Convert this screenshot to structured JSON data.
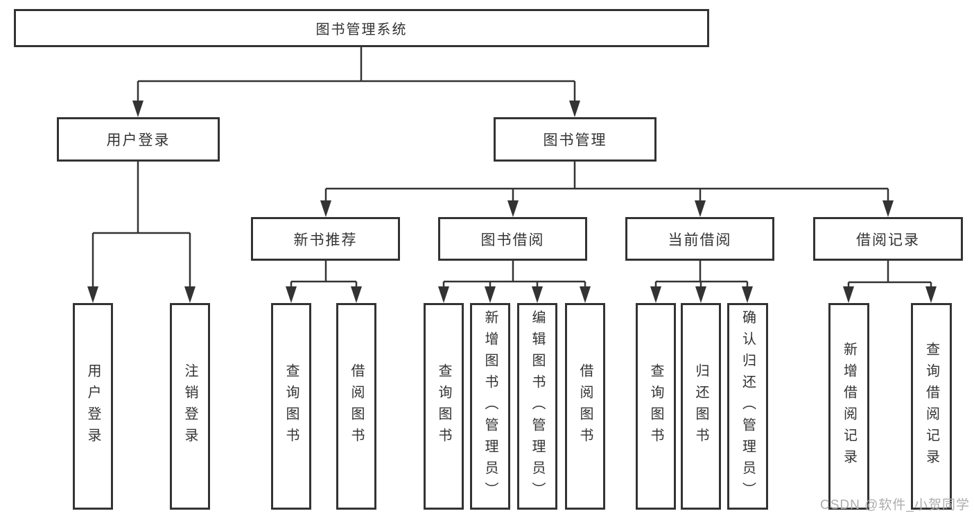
{
  "diagram": {
    "root": {
      "label": "图书管理系统"
    },
    "level2": [
      {
        "id": "user-login",
        "label": "用户登录"
      },
      {
        "id": "book-management",
        "label": "图书管理"
      }
    ],
    "level3": [
      {
        "id": "new-book-recommend",
        "label": "新书推荐"
      },
      {
        "id": "book-borrow",
        "label": "图书借阅"
      },
      {
        "id": "current-borrow",
        "label": "当前借阅"
      },
      {
        "id": "borrow-record",
        "label": "借阅记录"
      }
    ],
    "leaves": [
      {
        "group": "user-login",
        "label": "用户登录"
      },
      {
        "group": "user-login",
        "label": "注销登录"
      },
      {
        "group": "new-book-recommend",
        "label": "查询图书"
      },
      {
        "group": "new-book-recommend",
        "label": "借阅图书"
      },
      {
        "group": "book-borrow",
        "label": "查询图书"
      },
      {
        "group": "book-borrow",
        "label": "新增图书（管理员）"
      },
      {
        "group": "book-borrow",
        "label": "编辑图书（管理员）"
      },
      {
        "group": "book-borrow",
        "label": "借阅图书"
      },
      {
        "group": "current-borrow",
        "label": "查询图书"
      },
      {
        "group": "current-borrow",
        "label": "归还图书"
      },
      {
        "group": "current-borrow",
        "label": "确认归还（管理员）"
      },
      {
        "group": "borrow-record",
        "label": "新增借阅记录"
      },
      {
        "group": "borrow-record",
        "label": "查询借阅记录"
      }
    ],
    "watermark": "CSDN @软件_小贺同学",
    "colors": {
      "line": "#333333",
      "text": "#333333",
      "watermark": "#adadad",
      "background": "#ffffff"
    }
  }
}
